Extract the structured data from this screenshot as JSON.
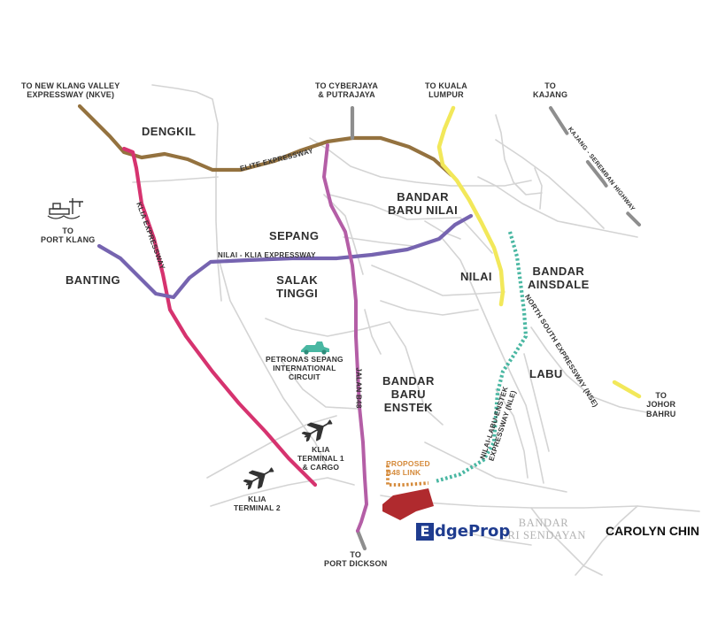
{
  "destinations": {
    "nkve": "TO NEW KLANG VALLEY\nEXPRESSWAY (NKVE)",
    "cyberjaya": "TO CYBERJAYA\n& PUTRAJAYA",
    "kl": "TO KUALA\nLUMPUR",
    "kajang": "TO\nKAJANG",
    "port_klang": "TO\nPORT KLANG",
    "johor": "TO\nJOHOR\nBAHRU",
    "port_dickson": "TO\nPORT DICKSON"
  },
  "areas": {
    "dengkil": "DENGKIL",
    "bandar_baru_nilai": "BANDAR\nBARU NILAI",
    "sepang": "SEPANG",
    "banting": "BANTING",
    "salak_tinggi": "SALAK\nTINGGI",
    "nilai": "NILAI",
    "bandar_ainsdale": "BANDAR\nAINSDALE",
    "labu": "LABU",
    "bandar_baru_enstek": "BANDAR\nBARU\nENSTEK",
    "bandar_sri_sendayan": "BANDAR\nSRI SENDAYAN"
  },
  "pois": {
    "circuit": "PETRONAS SEPANG\nINTERNATIONAL\nCIRCUIT",
    "klia1": "KLIA\nTERMINAL 1\n& CARGO",
    "klia2": "KLIA\nTERMINAL 2",
    "proposed_link": "PROPOSED\nB48 LINK"
  },
  "roads": {
    "elite": "ELITE EXPRESSWAY",
    "klia_exp": "KLIA EXPRESSWAY",
    "nilai_klia": "NILAI - KLIA EXPRESSWAY",
    "jalan_b48": "JALAN B48",
    "nse": "NORTH SOUTH EXPRESSWAY (NSE)",
    "nle": "NILAI-LABU-ENSTEK\nEXPRESSWAY (NLE)",
    "kajang_seremban": "KAJANG - SEREMBAN HIGHWAY"
  },
  "colors": {
    "elite": "#94723f",
    "klia_exp": "#d6336f",
    "nilai_klia": "#7664b0",
    "jalan_b48": "#b45ea6",
    "nse": "#f2e85a",
    "nle": "#49b7a2",
    "proposed": "#d58a3a",
    "site": "#b02a2e",
    "minor_road": "#d4d4d4",
    "grey_stub": "#8e8e8e",
    "circuit_icon": "#49b7a2"
  },
  "icons": [
    "ship-icon",
    "plane-icon",
    "race-car-icon"
  ],
  "branding": {
    "logo": "EdgeProp",
    "agent": "CAROLYN CHIN"
  }
}
